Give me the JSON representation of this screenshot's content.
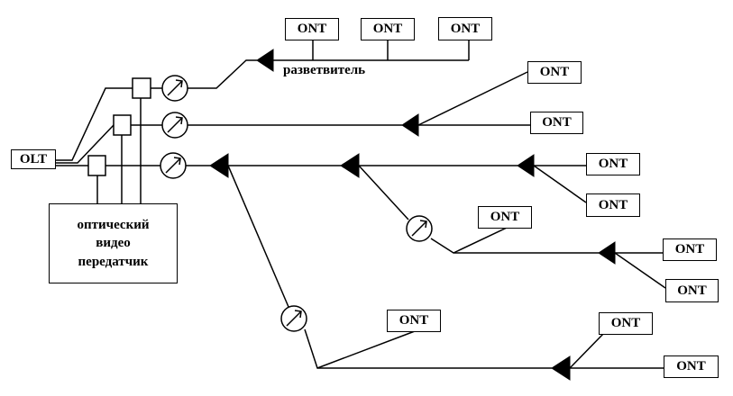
{
  "olt": {
    "label": "OLT"
  },
  "transmitter": {
    "line1": "оптический",
    "line2": "видео",
    "line3": "передатчик"
  },
  "splitter": {
    "label": "разветвитель"
  },
  "ont_label": "ONT",
  "ont_units": [
    {
      "id": "ont-1"
    },
    {
      "id": "ont-2"
    },
    {
      "id": "ont-3"
    },
    {
      "id": "ont-4"
    },
    {
      "id": "ont-5"
    },
    {
      "id": "ont-6"
    },
    {
      "id": "ont-7"
    },
    {
      "id": "ont-8"
    },
    {
      "id": "ont-9"
    },
    {
      "id": "ont-10"
    },
    {
      "id": "ont-11"
    },
    {
      "id": "ont-12"
    },
    {
      "id": "ont-13"
    }
  ]
}
